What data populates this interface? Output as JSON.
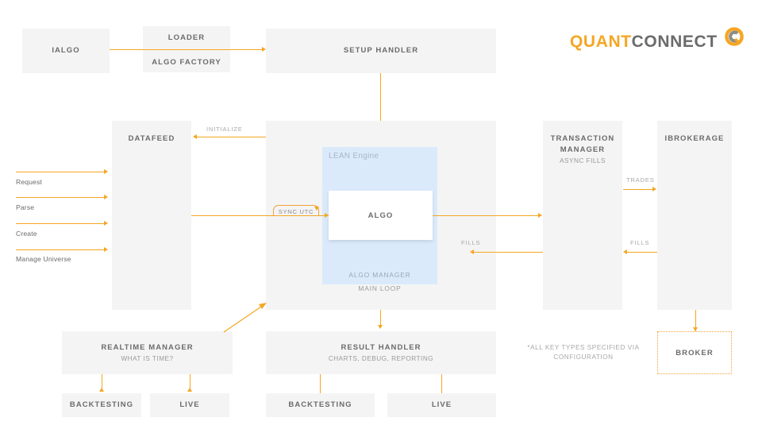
{
  "brand": {
    "name_part1": "QUANT",
    "name_part2": "CONNECT",
    "logo_icon": "quantconnect-circle-mark",
    "accent_color": "#f5a623",
    "gray_color": "#6b6b6b"
  },
  "colors": {
    "box_fill": "#f4f4f4",
    "lean_fill": "#dbeafb",
    "arrow": "#f5a623",
    "label_gray": "#a8a8a8",
    "canvas": "#ffffff"
  },
  "boxes": {
    "ialgo": {
      "title": "IALGO"
    },
    "loader_factory": {
      "top": "LOADER",
      "bottom": "ALGO FACTORY"
    },
    "setup_handler": {
      "title": "SETUP HANDLER"
    },
    "datafeed": {
      "title": "DATAFEED"
    },
    "transaction_manager": {
      "title": "TRANSACTION MANAGER",
      "sub": "ASYNC FILLS"
    },
    "ibrokerage": {
      "title": "IBROKERAGE"
    },
    "broker": {
      "title": "BROKER"
    },
    "realtime_manager": {
      "title": "REALTIME MANAGER",
      "sub": "WHAT IS TIME?"
    },
    "result_handler": {
      "title": "RESULT HANDLER",
      "sub": "CHARTS, DEBUG, REPORTING"
    },
    "realtime_backtesting": {
      "title": "BACKTESTING"
    },
    "realtime_live": {
      "title": "LIVE"
    },
    "result_backtesting": {
      "title": "BACKTESTING"
    },
    "result_live": {
      "title": "LIVE"
    }
  },
  "engine": {
    "lean_label": "LEAN Engine",
    "algo_label": "ALGO",
    "algo_manager_label": "ALGO MANAGER",
    "main_loop_label": "MAIN LOOP"
  },
  "edge_labels": {
    "initialize": "INITIALIZE",
    "sync_utc": "SYNC UTC",
    "trades": "TRADES",
    "fills_tm": "FILLS",
    "fills_brokerage": "FILLS"
  },
  "inputs": [
    {
      "label": "Request"
    },
    {
      "label": "Parse"
    },
    {
      "label": "Create"
    },
    {
      "label": "Manage Universe"
    }
  ],
  "footnote": "*ALL KEY TYPES SPECIFIED VIA\nCONFIGURATION"
}
